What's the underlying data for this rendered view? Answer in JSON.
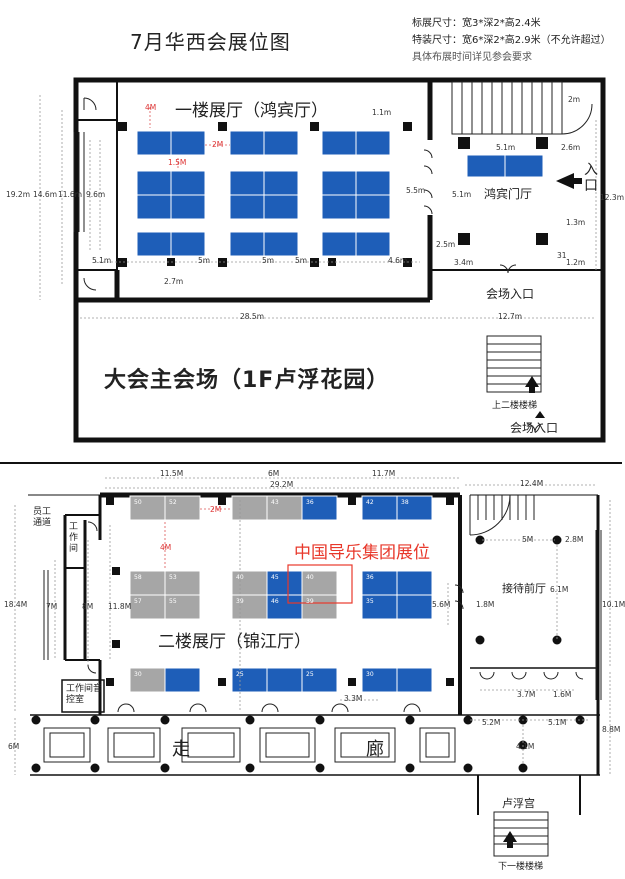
{
  "header": {
    "title": "7月华西会展位图",
    "spec_standard": "标展尺寸：宽3*深2*高2.4米",
    "spec_special": "特装尺寸：宽6*深2*高2.9米（不允许超过）",
    "spec_note": "具体布展时间详见参会要求"
  },
  "floor1": {
    "hall_name": "一楼展厅（鸿宾厅）",
    "lobby_name": "鸿宾门厅",
    "entry": "入口",
    "venue_entry": "会场入口",
    "main_venue": "大会主会场（1F卢浮花园）",
    "stairs_up": "上二楼楼梯",
    "venue_entry_bottom": "会场入口",
    "dims": {
      "height_total": "19.2m",
      "height_inner": "14.6m",
      "height_a": "11.6m",
      "height_b": "9.6m",
      "gap_top": "1.1m",
      "aisle_2m": "2M",
      "aisle_4m": "4M",
      "aisle_15m": "1.5M",
      "gap_55": "5.5m",
      "gap_25": "2.5m",
      "bottom_51": "5.1m",
      "bottom_5a": "5m",
      "bottom_5b": "5m",
      "bottom_5c": "5m",
      "bottom_46": "4.6m",
      "bottom_27": "2.7m",
      "lobby_51": "5.1m",
      "lobby_26": "2.6m",
      "lobby_v51": "5.1m",
      "lobby_13": "1.3m",
      "lobby_12": "1.2m",
      "lobby_34": "3.4m",
      "lobby_2m": "2m",
      "right_123": "12.3m",
      "venue_285": "28.5m",
      "venue_127": "12.7m",
      "booth_31": "31"
    }
  },
  "floor2": {
    "hall_name": "二楼展厅（锦江厅）",
    "highlight_label": "中国导乐集团展位",
    "staff_passage": "员工通道",
    "workroom": "工作间",
    "workroom_audio": "工作间音控室",
    "reception": "接待前厅",
    "corridor_a": "走",
    "corridor_b": "廊",
    "louvre": "卢浮宫",
    "stairs_down": "下一楼楼梯",
    "dims": {
      "top_115": "11.5M",
      "top_6": "6M",
      "top_117": "11.7M",
      "top_292": "29.2M",
      "top_124": "12.4M",
      "left_184": "18.4M",
      "left_7": "7M",
      "left_8": "8M",
      "left_118": "11.8M",
      "left_6": "6M",
      "aisle_2m": "2M",
      "aisle_4m": "4M",
      "mid_56": "5.6M",
      "mid_18": "1.8M",
      "bottom_33": "3.3M",
      "rec_5": "5M",
      "rec_28": "2.8M",
      "rec_61": "6.1M",
      "rec_37": "3.7M",
      "rec_16": "1.6M",
      "right_101": "10.1M",
      "right_88": "8.8M",
      "cor_52": "5.2M",
      "cor_51": "5.1M",
      "cor_41": "4.1M"
    }
  },
  "booth_numbers": {
    "f2_r1": [
      "50",
      "52",
      "43",
      "36",
      "42",
      "38"
    ],
    "f2_r2a": [
      "58",
      "53",
      "40",
      "45",
      "40",
      "36"
    ],
    "f2_r2b": [
      "57",
      "55",
      "39",
      "46",
      "39",
      "35"
    ],
    "f2_r3": [
      "30",
      "25",
      "25",
      "30"
    ]
  },
  "colors": {
    "booth_blue": "#1e5eb8",
    "booth_gray": "#a6a6a6",
    "highlight": "#e8382b",
    "wall": "#111111"
  }
}
